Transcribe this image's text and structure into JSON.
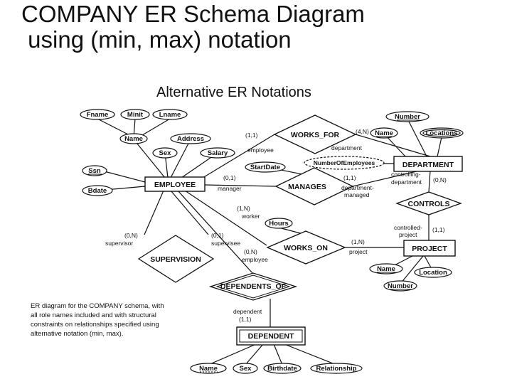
{
  "slide_title": {
    "line1": "COMPANY ER Schema Diagram",
    "line2": " using (min, max) notation"
  },
  "diagram": {
    "title": "Alternative ER Notations",
    "entities": {
      "employee": "EMPLOYEE",
      "department": "DEPARTMENT",
      "project": "PROJECT",
      "dependent": "DEPENDENT"
    },
    "relationships": {
      "works_for": "WORKS_FOR",
      "manages": "MANAGES",
      "controls": "CONTROLS",
      "supervision": "SUPERVISION",
      "works_on": "WORKS_ON",
      "dependents_of": "DEPENDENTS_OF"
    },
    "attributes": {
      "fname": "Fname",
      "minit": "Minit",
      "lname": "Lname",
      "name": "Name",
      "address": "Address",
      "sex": "Sex",
      "salary": "Salary",
      "ssn": "Ssn",
      "bdate": "Bdate",
      "start_date": "StartDate",
      "hours": "Hours",
      "number": "Number",
      "dept_name": "Name",
      "locations": "Locations",
      "number_of_employees": "NumberOfEmployees",
      "proj_name": "Name",
      "location": "Location",
      "proj_number": "Number",
      "dep_name": "Name",
      "dep_sex": "Sex",
      "birthdate": "Birthdate",
      "relationship": "Relationship"
    },
    "roles": {
      "employee": "employee",
      "department": "department",
      "manager": "manager",
      "controlling_department": "controlling-",
      "controlling_department_2": "department",
      "department_managed": "department-",
      "department_managed_2": "managed",
      "worker": "worker",
      "supervisor": "supervisor",
      "supervisee": "supervisee",
      "controlled_project": "controlled-",
      "controlled_project_2": "project",
      "project": "project",
      "dependents_employee": "employee",
      "dependent": "dependent"
    },
    "constraints": {
      "emp_works_for": "(1,1)",
      "dept_works_for": "(4,N)",
      "emp_manages": "(0,1)",
      "dept_manages": "(1,1)",
      "dept_controls": "(0,N)",
      "proj_controls": "(1,1)",
      "emp_works_on": "(1,N)",
      "proj_works_on": "(1,N)",
      "supervisor": "(0,N)",
      "supervisee": "(0,1)",
      "emp_dependents_of": "(0,N)",
      "dependent_dependents_of": "(1,1)"
    },
    "caption": [
      "ER diagram for the COMPANY schema, with",
      "all role names included and with structural",
      "constraints on relationships specified using",
      "alternative notation (min, max)."
    ]
  }
}
